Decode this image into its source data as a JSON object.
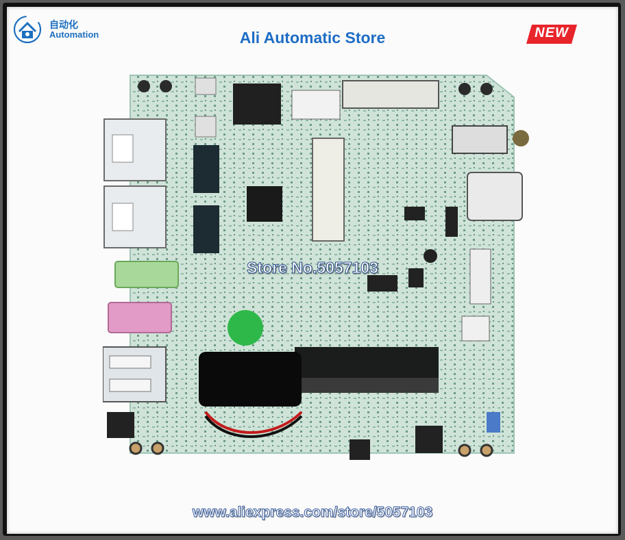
{
  "brand": {
    "name_cn": "自动化",
    "name_en": "Automation",
    "icon": "house-gear-icon"
  },
  "store_title": "Ali Automatic Store",
  "badge": {
    "label": "NEW",
    "color": "#e8252b"
  },
  "watermark": {
    "store_no": "Store No.5057103",
    "url": "www.aliexpress.com/store/5057103"
  },
  "product_image": {
    "subject": "industrial motherboard",
    "board_color": "#cfe3d8"
  }
}
